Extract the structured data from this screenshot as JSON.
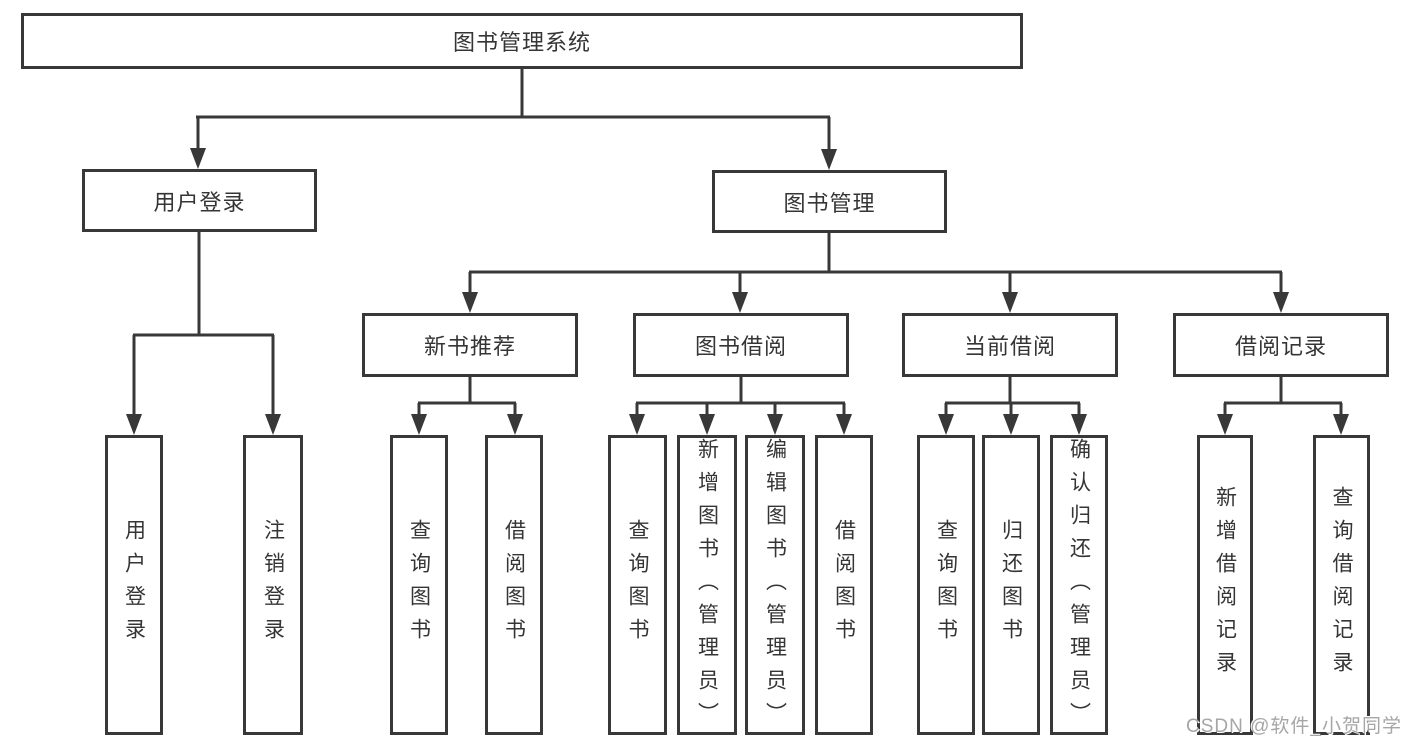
{
  "diagram": {
    "root_label": "图书管理系统",
    "level2": [
      {
        "label": "用户登录"
      },
      {
        "label": "图书管理"
      }
    ],
    "level3": [
      {
        "label": "新书推荐",
        "parent": "图书管理"
      },
      {
        "label": "图书借阅",
        "parent": "图书管理"
      },
      {
        "label": "当前借阅",
        "parent": "图书管理"
      },
      {
        "label": "借阅记录",
        "parent": "图书管理"
      }
    ],
    "leaves": [
      {
        "label": "用户登录",
        "parent": "用户登录"
      },
      {
        "label": "注销登录",
        "parent": "用户登录"
      },
      {
        "label": "查询图书",
        "parent": "新书推荐"
      },
      {
        "label": "借阅图书",
        "parent": "新书推荐"
      },
      {
        "label": "查询图书",
        "parent": "图书借阅"
      },
      {
        "label": "新增图书（管理员）",
        "parent": "图书借阅"
      },
      {
        "label": "编辑图书（管理员）",
        "parent": "图书借阅"
      },
      {
        "label": "借阅图书",
        "parent": "图书借阅"
      },
      {
        "label": "查询图书",
        "parent": "当前借阅"
      },
      {
        "label": "归还图书",
        "parent": "当前借阅"
      },
      {
        "label": "确认归还（管理员）",
        "parent": "当前借阅"
      },
      {
        "label": "新增借阅记录",
        "parent": "借阅记录"
      },
      {
        "label": "查询借阅记录",
        "parent": "借阅记录"
      }
    ]
  },
  "watermark": {
    "text": "CSDN @软件_小贺同学"
  },
  "colors": {
    "line": "#383838",
    "box_border": "#383838",
    "text": "#353535",
    "watermark": "#a6a6a6",
    "background": "#ffffff"
  }
}
